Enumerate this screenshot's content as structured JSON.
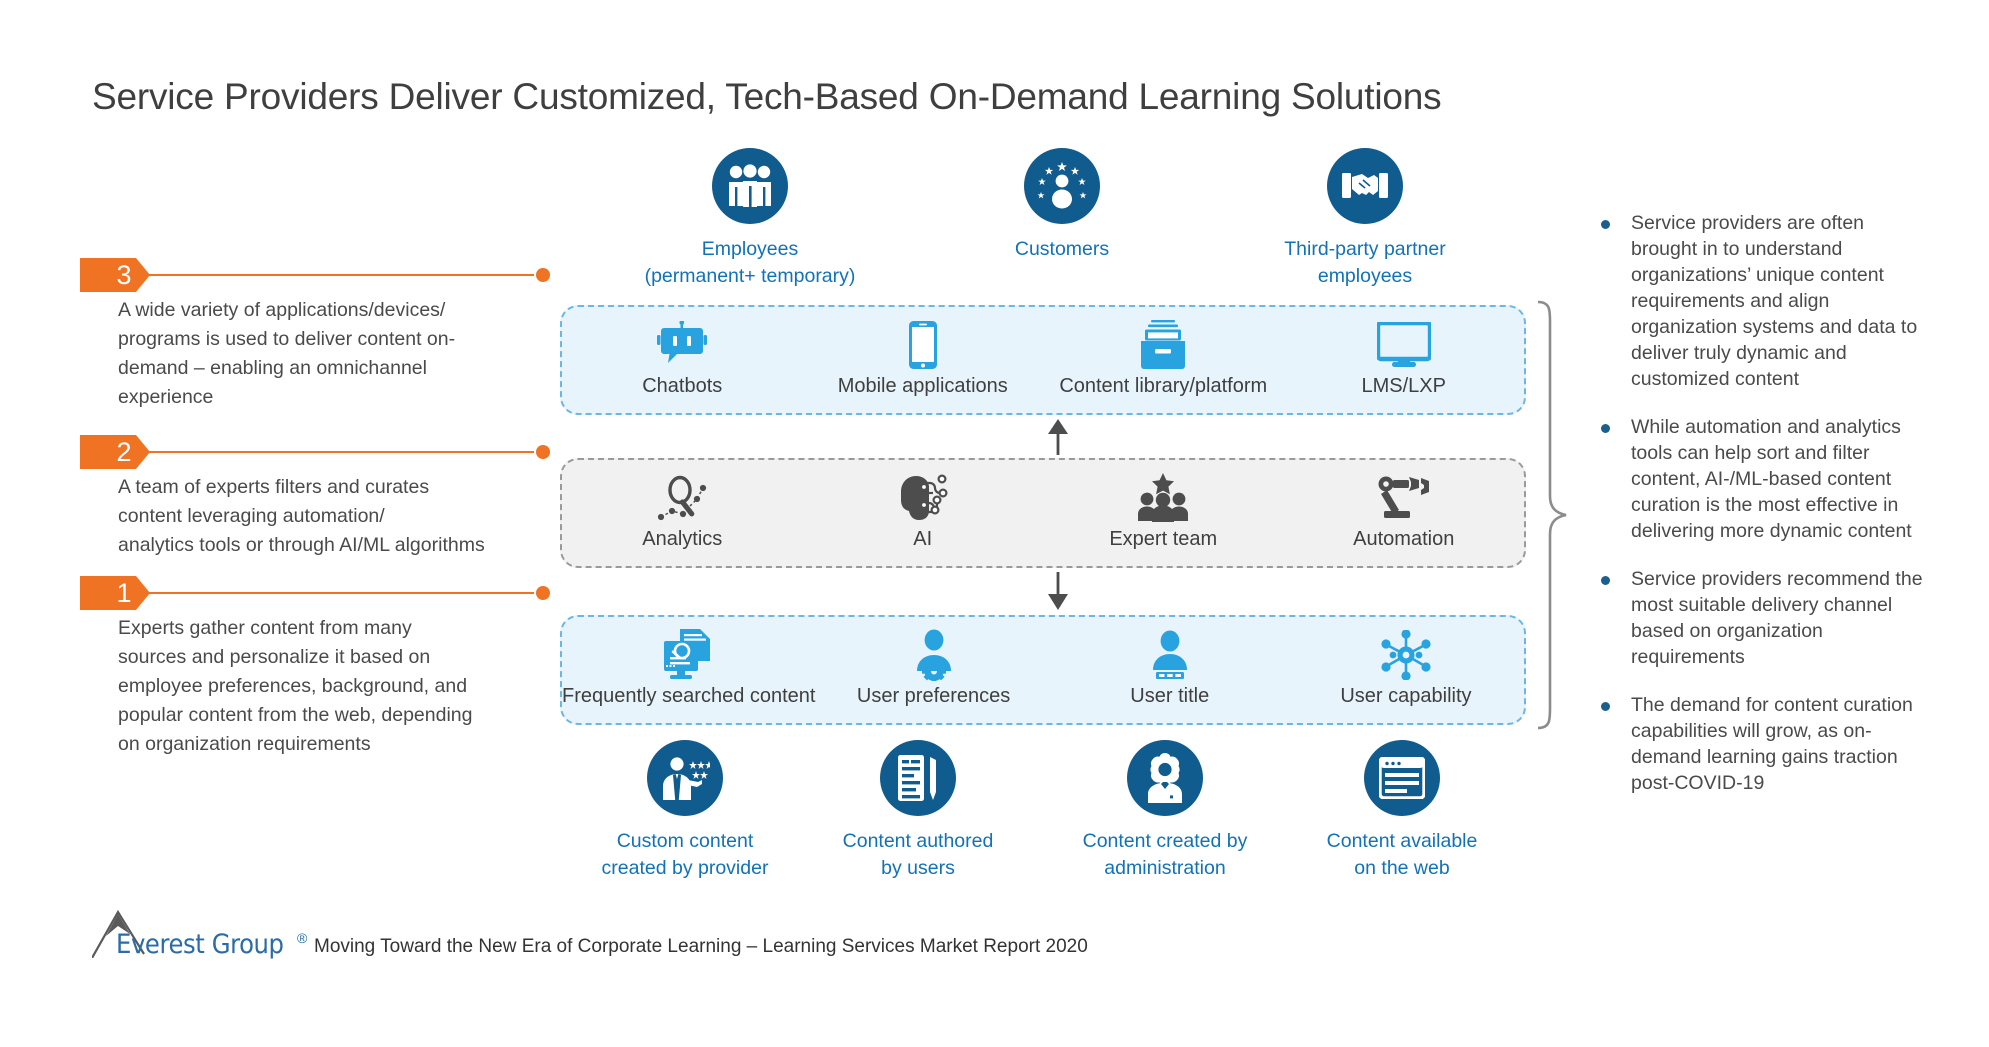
{
  "title": "Service Providers Deliver Customized, Tech-Based On-Demand Learning Solutions",
  "colors": {
    "orange": "#f07223",
    "dark_blue": "#115c8e",
    "light_blue": "#29a3e0",
    "label_blue": "#1172b8",
    "gray_icon": "#4d4d4d",
    "panel_blue_bg": "#e8f4fb",
    "panel_gray_bg": "#f1f1f1"
  },
  "steps": [
    {
      "number": "3",
      "text": "A wide variety of applications/devices/\nprograms is used to deliver content on-\ndemand – enabling an omnichannel\nexperience"
    },
    {
      "number": "2",
      "text": "A team of experts filters and curates\ncontent leveraging automation/\nanalytics tools or through AI/ML algorithms"
    },
    {
      "number": "1",
      "text": "Experts gather content from many\nsources and personalize it based on\nemployee preferences, background, and\npopular content from the web, depending\non organization requirements"
    }
  ],
  "personas": [
    {
      "label": "Employees\n(permanent+ temporary)",
      "icon": "people-group-icon"
    },
    {
      "label": "Customers",
      "icon": "customer-stars-icon"
    },
    {
      "label": "Third-party partner\nemployees",
      "icon": "handshake-icon"
    }
  ],
  "panels": {
    "delivery": {
      "name": "delivery-channels",
      "cells": [
        {
          "label": "Chatbots",
          "icon": "chatbot-icon"
        },
        {
          "label": "Mobile applications",
          "icon": "mobile-phone-icon"
        },
        {
          "label": "Content library/platform",
          "icon": "file-drawer-icon"
        },
        {
          "label": "LMS/LXP",
          "icon": "monitor-icon"
        }
      ]
    },
    "curation": {
      "name": "curation-tools",
      "cells": [
        {
          "label": "Analytics",
          "icon": "magnifier-analytics-icon"
        },
        {
          "label": "AI",
          "icon": "ai-brain-icon"
        },
        {
          "label": "Expert team",
          "icon": "expert-team-icon"
        },
        {
          "label": "Automation",
          "icon": "robot-arm-icon"
        }
      ]
    },
    "signals": {
      "name": "personalization-signals",
      "cells": [
        {
          "label": "Frequently searched content",
          "icon": "document-search-icon"
        },
        {
          "label": "User preferences",
          "icon": "user-gear-icon"
        },
        {
          "label": "User title",
          "icon": "user-badge-icon"
        },
        {
          "label": "User capability",
          "icon": "network-nodes-icon"
        }
      ]
    }
  },
  "sources": [
    {
      "label": "Custom content\ncreated by provider",
      "icon": "provider-presenter-icon"
    },
    {
      "label": "Content authored\nby users",
      "icon": "document-pencil-icon"
    },
    {
      "label": "Content created by\nadministration",
      "icon": "admin-gear-person-icon"
    },
    {
      "label": "Content available\non the web",
      "icon": "browser-window-icon"
    }
  ],
  "insights": [
    "Service providers are often brought in to understand organizations’ unique content requirements and align organization systems and data to deliver truly dynamic and customized content",
    "While automation and analytics tools can help sort and filter content, AI-/ML-based content curation is the most effective in delivering more dynamic content",
    "Service providers recommend the most suitable delivery channel based on organization requirements",
    "The demand for content curation capabilities will grow, as on-demand learning gains traction post-COVID-19"
  ],
  "footer": {
    "logo_text": "Everest Group",
    "registered_mark": "®",
    "caption": "Moving Toward the New Era of Corporate Learning – Learning Services Market Report 2020"
  }
}
